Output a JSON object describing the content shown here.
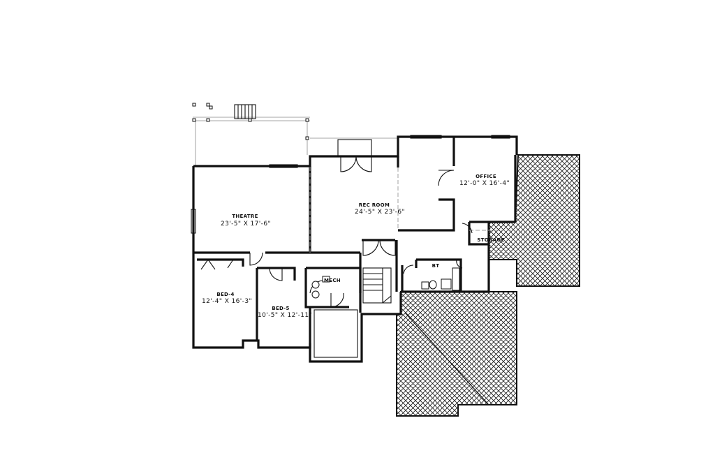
{
  "plan": {
    "rooms": [
      {
        "id": "theatre",
        "name": "THEATRE",
        "dims": "23'-5\" X 17'-6\""
      },
      {
        "id": "rec-room",
        "name": "REC ROOM",
        "dims": "24'-5\" X 23'-6\""
      },
      {
        "id": "office",
        "name": "OFFICE",
        "dims": "12'-0\" X 16'-4\""
      },
      {
        "id": "storage",
        "name": "STORAGE",
        "dims": ""
      },
      {
        "id": "bed-4",
        "name": "BED-4",
        "dims": "12'-4\" X 16'-3\""
      },
      {
        "id": "bed-5",
        "name": "BED-5",
        "dims": "10'-5\" X 12'-11\""
      },
      {
        "id": "mech",
        "name": "MECH",
        "dims": ""
      },
      {
        "id": "bath",
        "name": "BT",
        "dims": ""
      }
    ],
    "colors": {
      "wall": "#111111",
      "hatch": "#222222",
      "background": "#ffffff"
    }
  }
}
